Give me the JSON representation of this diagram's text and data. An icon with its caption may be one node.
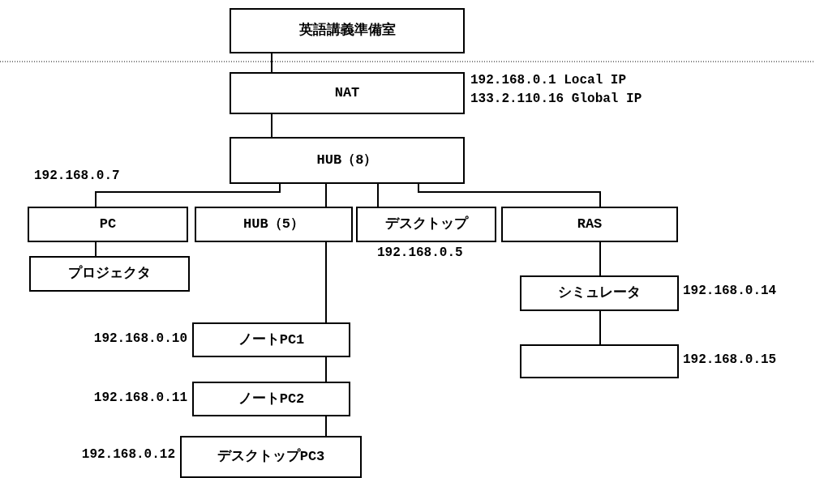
{
  "diagram": {
    "nodes": [
      {
        "text": [
          "英語講義準備室"
        ]
      },
      {
        "text": [
          "NAT"
        ],
        "beside": [
          "192.168.0.1 Local IP",
          "133.2.110.16 Global IP"
        ]
      },
      {
        "text": [
          "HUB（8）"
        ]
      },
      {
        "text": [
          "PC"
        ],
        "beside": [
          "192.168.0.7"
        ]
      },
      {
        "text": [
          "HUB（5）"
        ]
      },
      {
        "text": [
          "デスクトップ"
        ],
        "beside": [
          "192.168.0.5"
        ]
      },
      {
        "text": [
          "RAS"
        ]
      },
      {
        "text": [
          "プロジェクタ"
        ]
      },
      {
        "text": [
          "シミュレータ"
        ],
        "beside": [
          "192.168.0.14"
        ]
      },
      {
        "text": [],
        "shape": "box",
        "beside": [
          "192.168.0.15"
        ]
      },
      {
        "text": [
          "ノートPC1"
        ],
        "beside": [
          "192.168.0.10"
        ]
      },
      {
        "text": [
          "ノートPC2"
        ],
        "beside": [
          "192.168.0.11"
        ]
      },
      {
        "text": [
          "デスクトップPC3"
        ],
        "beside": [
          "192.168.0.12"
        ]
      }
    ],
    "edges": [
      {
        "from": 0,
        "to": 1,
        "arrow": "none"
      },
      {
        "from": 1,
        "to": 2,
        "arrow": "none"
      },
      {
        "from": 2,
        "to": 3,
        "arrow": "none"
      },
      {
        "from": 2,
        "to": 4,
        "arrow": "none"
      },
      {
        "from": 2,
        "to": 5,
        "arrow": "none"
      },
      {
        "from": 2,
        "to": 6,
        "arrow": "none"
      },
      {
        "from": 3,
        "to": 7,
        "arrow": "none"
      },
      {
        "from": 4,
        "to": 10,
        "arrow": "none"
      },
      {
        "from": 10,
        "to": 11,
        "arrow": "none"
      },
      {
        "from": 11,
        "to": 12,
        "arrow": "none"
      },
      {
        "from": 6,
        "to": 8,
        "arrow": "none"
      },
      {
        "from": 8,
        "to": 9,
        "arrow": "none"
      }
    ]
  }
}
